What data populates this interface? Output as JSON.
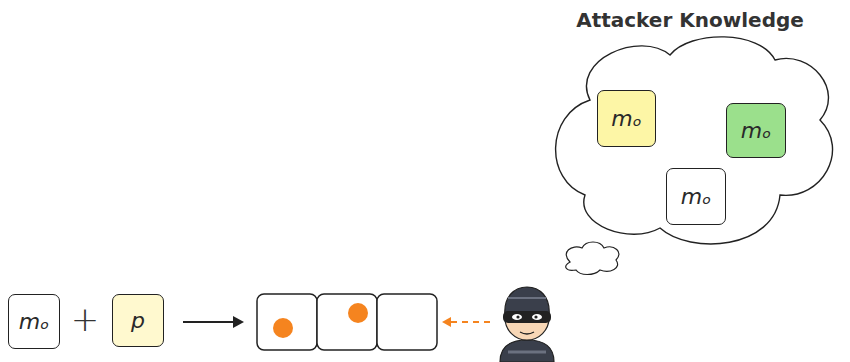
{
  "diagram": {
    "nodes": [
      {
        "text": [
          "Attacker Knowledge"
        ]
      },
      {
        "text": [
          "mₒ"
        ],
        "in": 0
      },
      {
        "text": [
          "mₒ"
        ],
        "in": 0
      },
      {
        "text": [
          "mₒ"
        ],
        "in": 0
      },
      {
        "text": [
          "mₒ"
        ]
      },
      {
        "text": [
          "p"
        ]
      }
    ],
    "labels": [
      "+"
    ]
  }
}
